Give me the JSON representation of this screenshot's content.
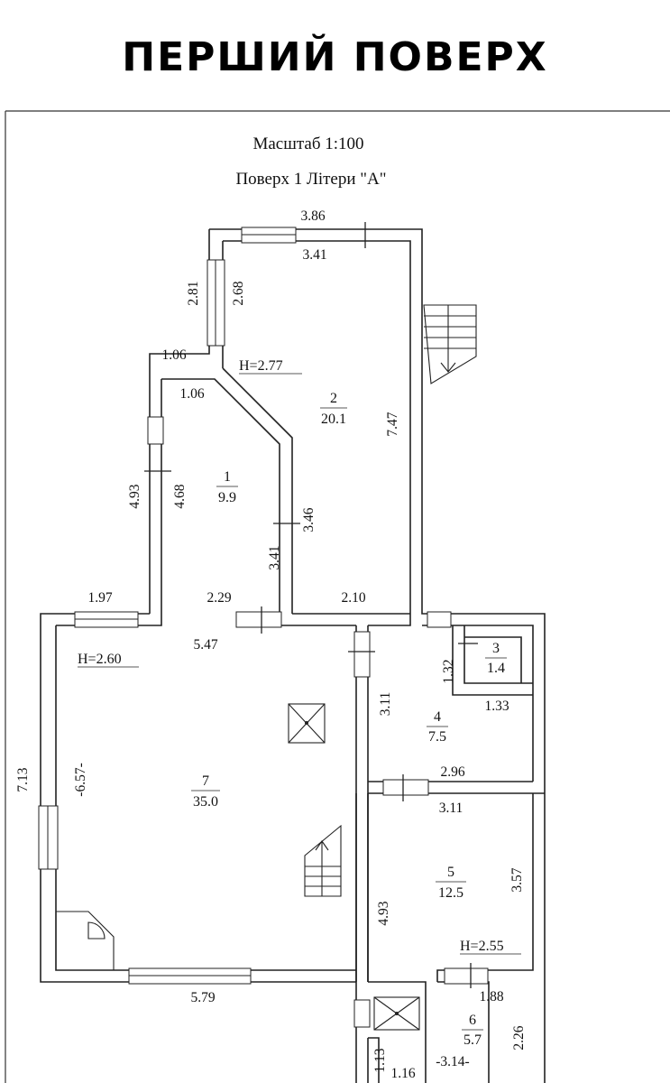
{
  "page": {
    "title": "ПЕРШИЙ ПОВЕРХ"
  },
  "plan": {
    "scale": "Масштаб 1:100",
    "floor_label": "Поверх 1  Літери \"А\"",
    "rooms": [
      {
        "number": "1",
        "area": "9.9"
      },
      {
        "number": "2",
        "area": "20.1"
      },
      {
        "number": "3",
        "area": "1.4"
      },
      {
        "number": "4",
        "area": "7.5"
      },
      {
        "number": "5",
        "area": "12.5"
      },
      {
        "number": "6",
        "area": "5.7"
      },
      {
        "number": "7",
        "area": "35.0"
      }
    ],
    "heights": {
      "h1": "H=2.77",
      "h2": "H=2.60",
      "h3": "H=2.55"
    },
    "dims": {
      "d386": "3.86",
      "d341a": "3.41",
      "d281": "2.81",
      "d268": "2.68",
      "d106a": "1.06",
      "d106b": "1.06",
      "d747": "7.47",
      "d493a": "4.93",
      "d468": "4.68",
      "d346": "3.46",
      "d341b": "3.41",
      "d229": "2.29",
      "d210": "2.10",
      "d197": "1.97",
      "d547": "5.47",
      "d132": "1.32",
      "d311a": "3.11",
      "d133": "1.33",
      "d713": "7.13",
      "d657": "-6.57-",
      "d296": "2.96",
      "d311b": "3.11",
      "d357": "3.57",
      "d493b": "4.93",
      "d579": "5.79",
      "d188": "1.88",
      "d226": "2.26",
      "d113": "1.13",
      "d116": "1.16",
      "d314": "-3.14-"
    }
  }
}
